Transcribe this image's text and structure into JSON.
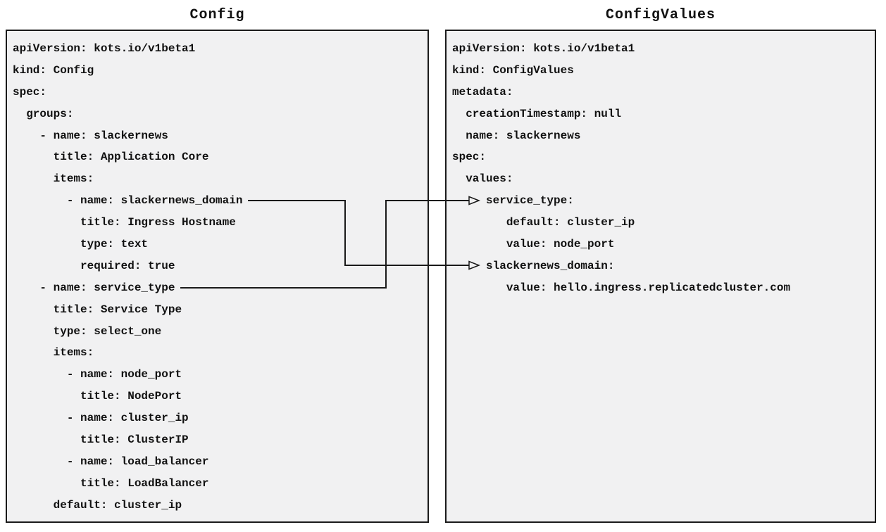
{
  "colors": {
    "panel_background": "#f1f1f2",
    "border": "#1a1a1a",
    "text": "#111111"
  },
  "panels": [
    {
      "title": "Config",
      "lines": [
        "apiVersion: kots.io/v1beta1",
        "kind: Config",
        "spec:",
        "  groups:",
        "    - name: slackernews",
        "      title: Application Core",
        "      items:",
        "        - name: slackernews_domain",
        "          title: Ingress Hostname",
        "          type: text",
        "          required: true",
        "    - name: service_type",
        "      title: Service Type",
        "      type: select_one",
        "      items:",
        "        - name: node_port",
        "          title: NodePort",
        "        - name: cluster_ip",
        "          title: ClusterIP",
        "        - name: load_balancer",
        "          title: LoadBalancer",
        "      default: cluster_ip"
      ]
    },
    {
      "title": "ConfigValues",
      "lines": [
        "apiVersion: kots.io/v1beta1",
        "kind: ConfigValues",
        "metadata:",
        "  creationTimestamp: null",
        "  name: slackernews",
        "spec:",
        "  values:",
        "     service_type:",
        "        default: cluster_ip",
        "        value: node_port",
        "     slackernews_domain:",
        "        value: hello.ingress.replicatedcluster.com"
      ]
    }
  ],
  "connections": [
    {
      "from": "Config item slackernews_domain",
      "to": "ConfigValues value slackernews_domain"
    },
    {
      "from": "Config item service_type",
      "to": "ConfigValues value service_type"
    }
  ]
}
